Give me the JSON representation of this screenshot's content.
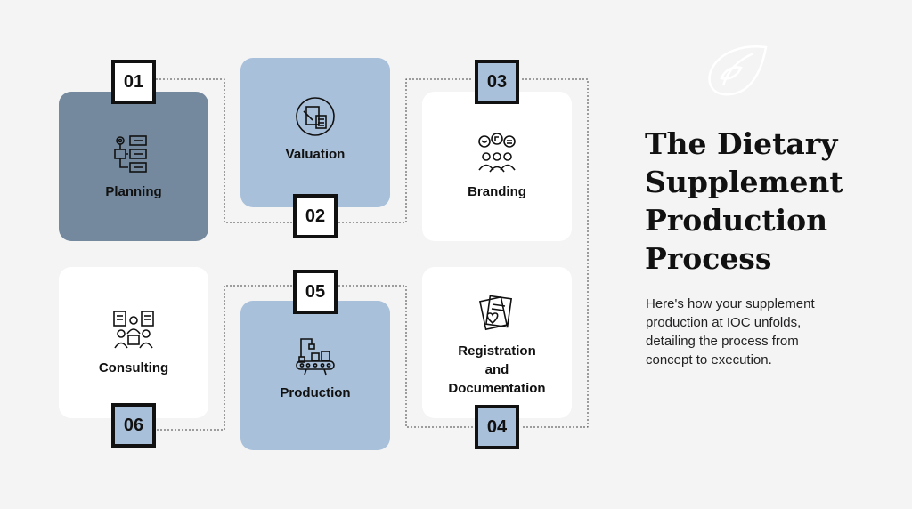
{
  "title": "The Dietary Supplement Production Process",
  "description": "Here's how your supplement production at IOC unfolds, detailing the process from concept to execution.",
  "steps": [
    {
      "number": "01",
      "label": "Planning",
      "icon": "planning-list-icon"
    },
    {
      "number": "02",
      "label": "Valuation",
      "icon": "document-calculator-icon"
    },
    {
      "number": "03",
      "label": "Branding",
      "icon": "audience-feedback-icon"
    },
    {
      "number": "04",
      "label": "Registration\nand\nDocumentation",
      "icon": "documents-heart-icon"
    },
    {
      "number": "05",
      "label": "Production",
      "icon": "conveyor-robot-icon"
    },
    {
      "number": "06",
      "label": "Consulting",
      "icon": "meeting-presentation-icon"
    }
  ],
  "colors": {
    "dark": "#74899e",
    "light": "#a9c0da",
    "white": "#ffffff",
    "background": "#f4f4f5",
    "text": "#111111"
  }
}
